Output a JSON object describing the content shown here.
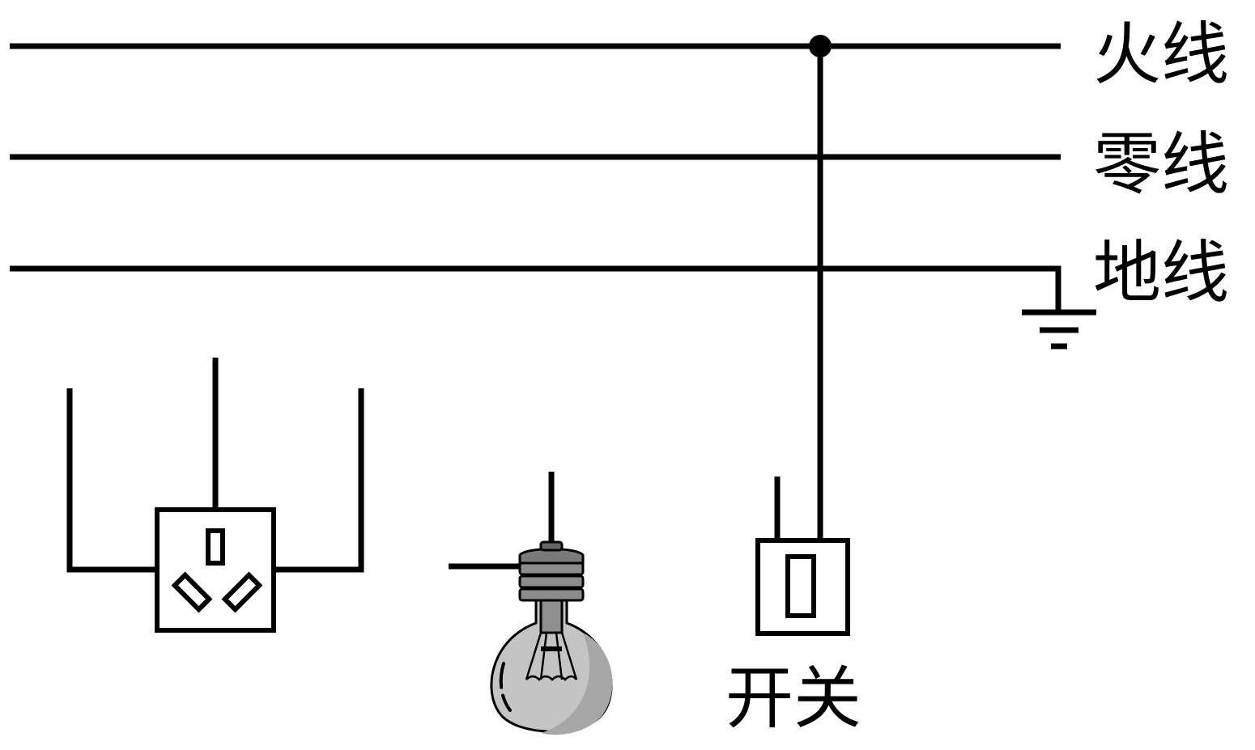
{
  "labels": {
    "live_wire": "火线",
    "neutral_wire": "零线",
    "ground_wire": "地线",
    "switch": "开关"
  },
  "colors": {
    "line": "#000000",
    "background": "#ffffff",
    "bulb_glass": "#bdbdbd",
    "bulb_shade": "#9a9a9a",
    "bulb_base": "#8c8c8c"
  },
  "components": {
    "socket": "three-hole-socket-icon",
    "bulb": "light-bulb-icon",
    "switch": "switch-icon",
    "ground": "ground-symbol-icon",
    "junction": "junction-dot-icon"
  }
}
